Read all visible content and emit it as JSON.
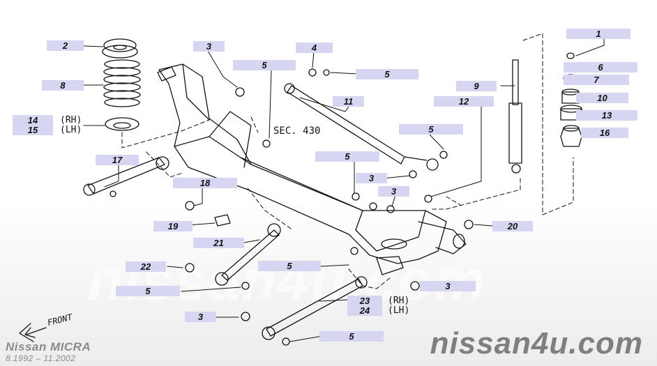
{
  "callouts": {
    "c1": "1",
    "c2": "2",
    "c3a": "3",
    "c3b": "3",
    "c3c": "3",
    "c3d": "3",
    "c3e": "3",
    "c4": "4",
    "c5a": "5",
    "c5b": "5",
    "c5c": "5",
    "c5d": "5",
    "c5e": "5",
    "c5f": "5",
    "c5g": "5",
    "c6": "6",
    "c7": "7",
    "c8": "8",
    "c9": "9",
    "c10": "10",
    "c11": "11",
    "c12": "12",
    "c13": "13",
    "c14": "14",
    "c15": "15",
    "c16": "16",
    "c17": "17",
    "c18": "18",
    "c19": "19",
    "c20": "20",
    "c21": "21",
    "c22": "22",
    "c23": "23",
    "c24": "24"
  },
  "side_labels": {
    "rh_1": "(RH)",
    "lh_1": "(LH)",
    "rh_2": "(RH)",
    "lh_2": "(LH)"
  },
  "section_ref": "SEC. 430",
  "front_label": "FRONT",
  "brand": {
    "model": "Nissan MICRA",
    "dates": "8.1992 – 11.2002"
  },
  "watermark": "nissan4u.com"
}
